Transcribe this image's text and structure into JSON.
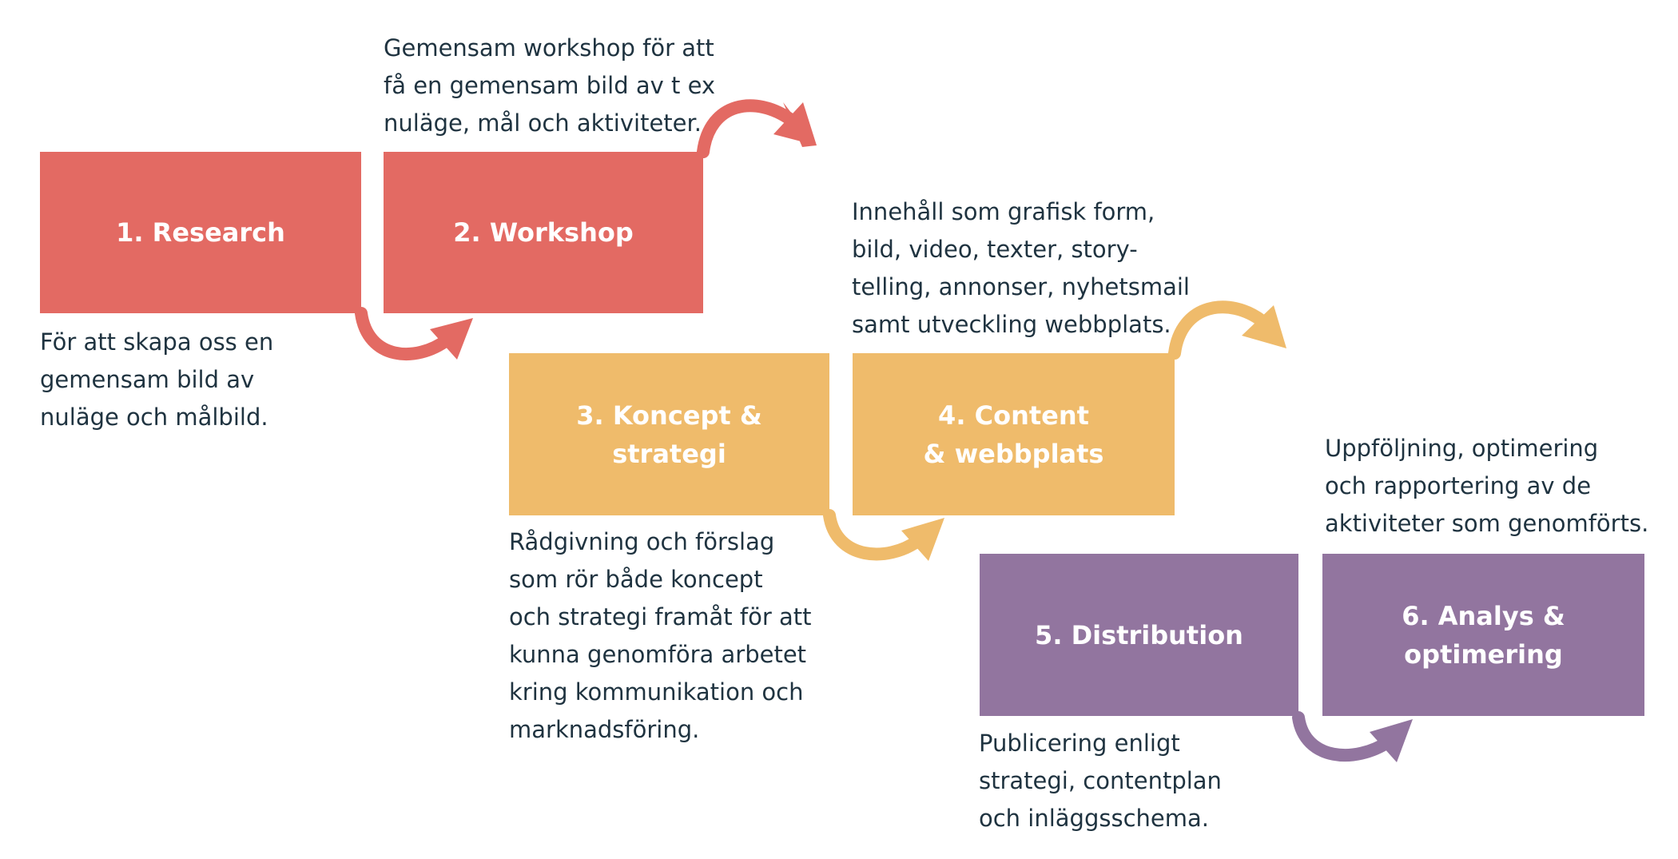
{
  "colors": {
    "red": "#e36a63",
    "yellow": "#efbb6b",
    "purple": "#92759f",
    "text": "#1f3340"
  },
  "steps": [
    {
      "label": "1. Research",
      "description": "För att skapa oss en\ngemensam bild av\nnuläge och målbild."
    },
    {
      "label": "2. Workshop",
      "description": "Gemensam workshop för att\nfå en gemensam bild av t ex\nnuläge, mål och aktiviteter."
    },
    {
      "label": "3. Koncept & strategi",
      "description": "Rådgivning och förslag\nsom rör både koncept\noch strategi framåt för att\nkunna genomföra arbetet\nkring kommunikation och\nmarknadsföring."
    },
    {
      "label": "4. Content\n& webbplats",
      "description": "Innehåll som grafisk form,\nbild, video, texter, story-\ntelling, annonser, nyhetsmail\nsamt utveckling webbplats."
    },
    {
      "label": "5. Distribution",
      "description": "Publicering enligt\nstrategi, contentplan\noch inläggsschema."
    },
    {
      "label": "6. Analys & optimering",
      "description": "Uppföljning, optimering\noch rapportering av de\naktiviteter som genomförts."
    }
  ]
}
